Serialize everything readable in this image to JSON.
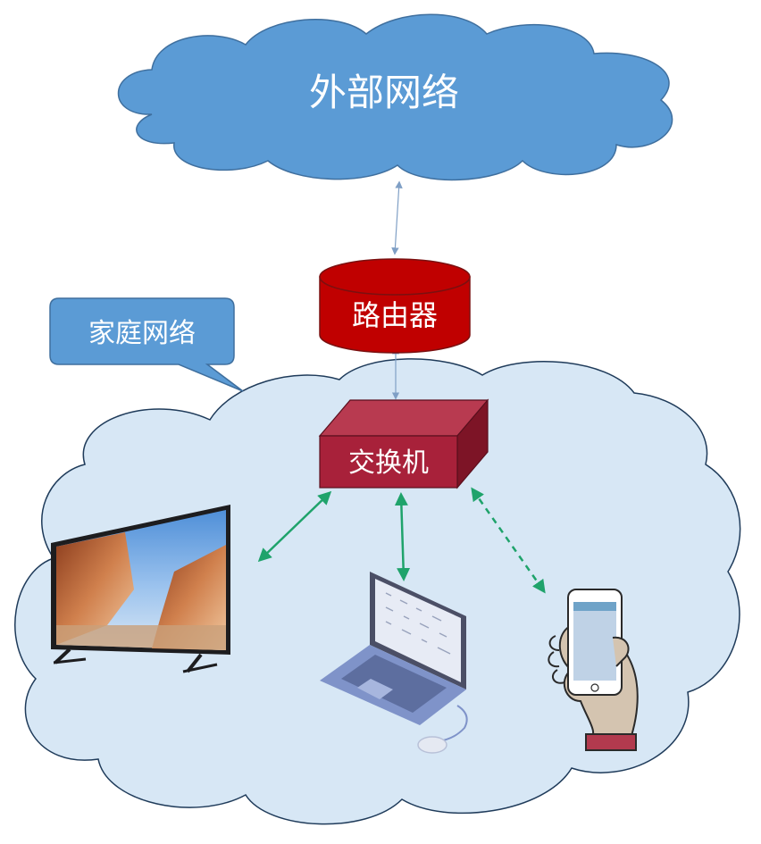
{
  "external_network": {
    "label": "外部网络",
    "fill": "#5b9bd5"
  },
  "home_network_callout": {
    "label": "家庭网络",
    "fill": "#5b9bd5"
  },
  "home_cloud": {
    "fill": "#d7e7f5"
  },
  "router": {
    "label": "路由器",
    "fill": "#c00000"
  },
  "switch": {
    "label": "交换机",
    "fill": "#a8213a"
  },
  "links": {
    "external_router": {
      "color": "#7f9fc5",
      "style": "solid"
    },
    "router_switch": {
      "color": "#7f9fc5",
      "style": "solid"
    },
    "switch_tv": {
      "color": "#1fa36b",
      "style": "solid"
    },
    "switch_laptop": {
      "color": "#1fa36b",
      "style": "solid"
    },
    "switch_phone": {
      "color": "#1fa36b",
      "style": "dashed"
    }
  },
  "devices": [
    {
      "name": "tv-icon"
    },
    {
      "name": "laptop-icon"
    },
    {
      "name": "smartphone-icon"
    }
  ]
}
